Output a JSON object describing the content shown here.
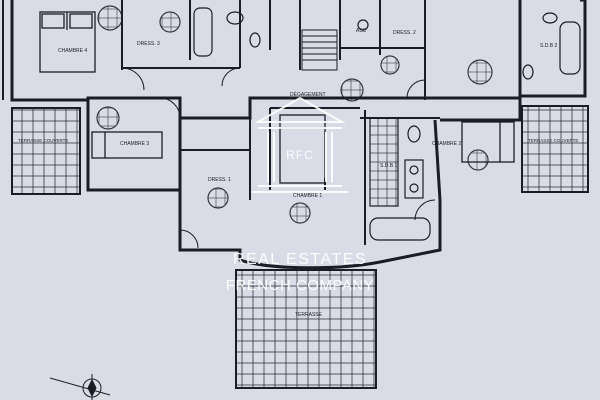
{
  "rooms": {
    "chambre4": "CHAMBRE 4",
    "chambre3": "CHAMBRE 3",
    "chambre2": "CHAMBRE 2",
    "chambre1": "CHAMBRE 1",
    "dress3": "DRESS. 3",
    "dress2": "DRESS. 2",
    "dress1": "DRESS. 1",
    "asc": "ASC",
    "degagement": "DÉGAGEMENT",
    "sdb1": "S.D.B 1",
    "sdb2": "S.D.B 2",
    "terrasse_couverte_left": "TERRASSE COUVERTE",
    "terrasse_couverte_right": "TERRASSE COUVERTE",
    "terrasse": "TERRASSE"
  },
  "watermark": {
    "monogram": "RFC",
    "line1": "REAL ESTATES",
    "line2": "FRENCH COMPANY"
  },
  "colors": {
    "paper": "#d9dce6",
    "ink": "#1b1d24",
    "watermark": "#ffffff"
  }
}
